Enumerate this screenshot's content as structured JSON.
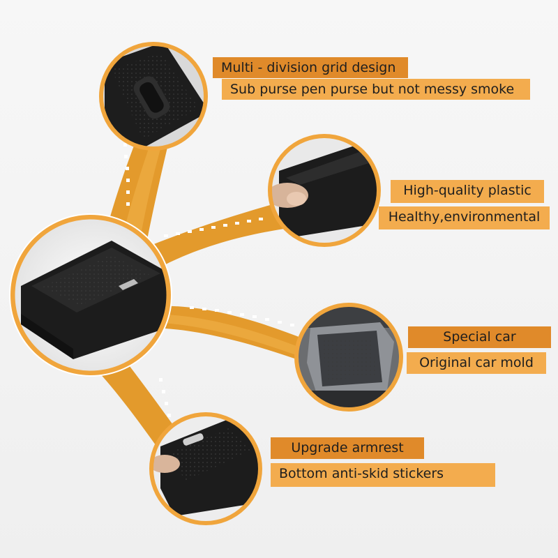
{
  "features": [
    {
      "title": "Multi - division grid design",
      "description": "Sub purse pen purse but not messy smoke"
    },
    {
      "title": "High-quality plastic",
      "description": "Healthy,environmental"
    },
    {
      "title": "Special car",
      "description": "Original car mold"
    },
    {
      "title": "Upgrade armrest",
      "description": "Bottom anti-skid stickers"
    }
  ],
  "colors": {
    "accent_dark": "#e08a2a",
    "accent_light": "#f3ac4e",
    "product_black": "#1c1c1c",
    "background": "#f4f4f4"
  }
}
